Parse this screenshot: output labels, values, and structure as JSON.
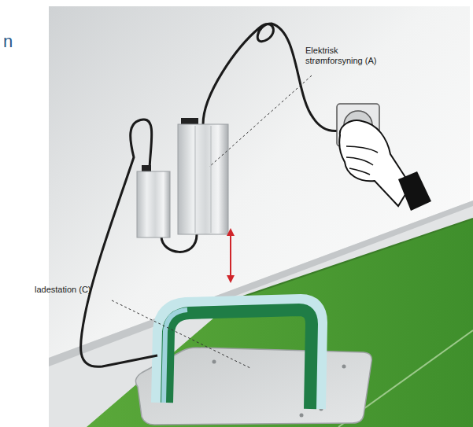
{
  "diagram": {
    "labels": [
      "Elektrisk strømforsyning (A)",
      "ladestation (C)",
      "n"
    ]
  }
}
